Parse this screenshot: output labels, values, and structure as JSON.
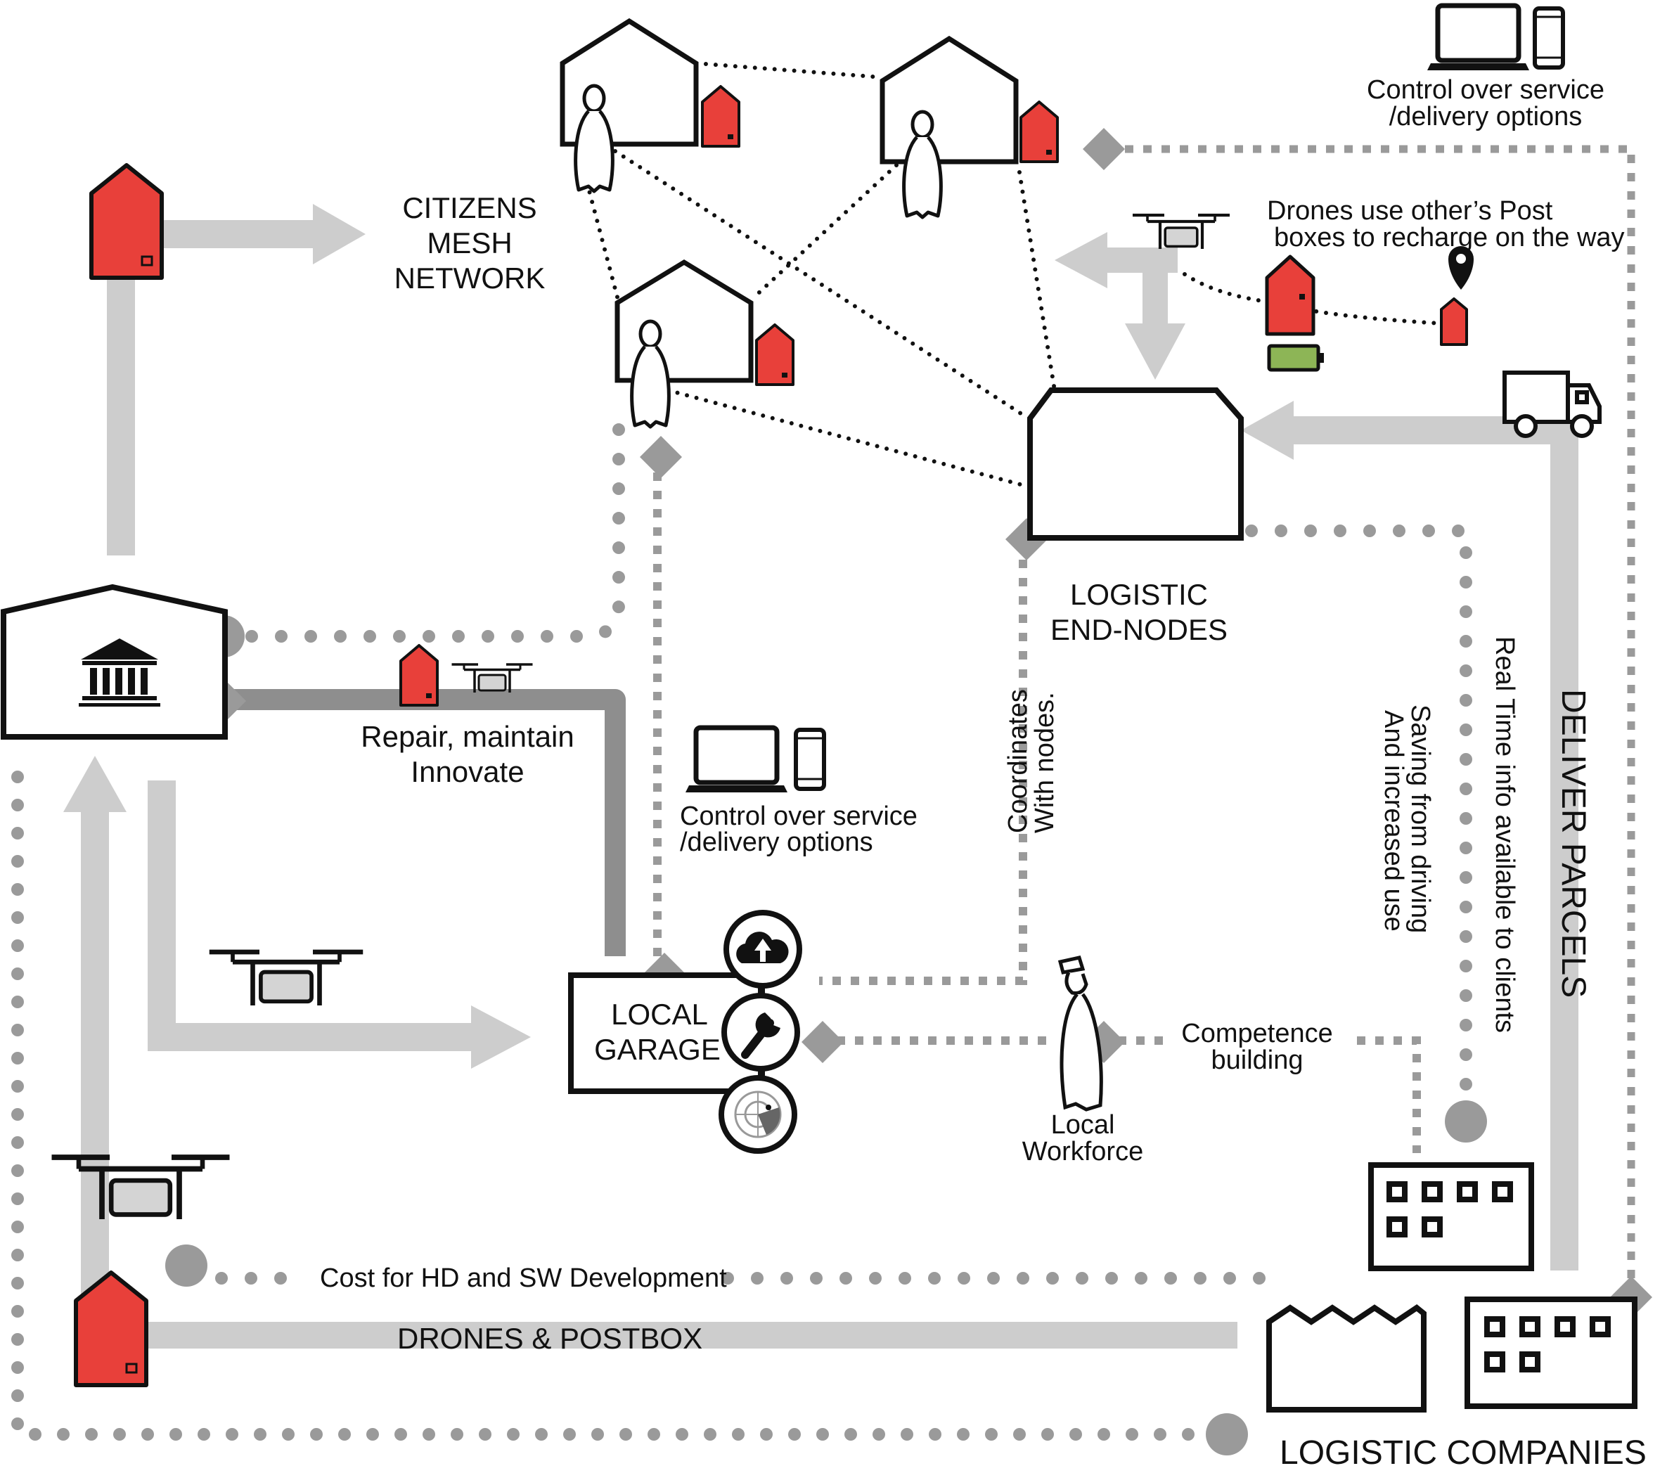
{
  "labels": {
    "citizens_mesh": [
      "CITIZENS",
      "MESH",
      "NETWORK"
    ],
    "logistic_end_nodes": [
      "LOGISTIC",
      "END-NODES"
    ],
    "local_garage": [
      "LOCAL",
      "GARAGE"
    ],
    "repair": [
      "Repair, maintain",
      "Innovate"
    ],
    "control_top": [
      "Control over service",
      "/delivery options"
    ],
    "control_mid": [
      "Control over service",
      "/delivery options"
    ],
    "drones_recharge": [
      "Drones use other’s Post",
      "boxes to recharge on the way"
    ],
    "coordinates": [
      "Coordinates",
      "With nodes."
    ],
    "saving": [
      "Saving from driving",
      "And increased use"
    ],
    "realtime": "Real Time info available to clients",
    "deliver_parcels": "DELIVER PARCELS",
    "competence": [
      "Competence",
      "building"
    ],
    "local_workforce": [
      "Local",
      "Workforce"
    ],
    "cost": "Cost for HD and SW Development",
    "drones_postbox": "DRONES &  POSTBOX",
    "logistic_companies": "LOGISTIC COMPANIES"
  },
  "icons": {
    "postbox": "postbox-icon",
    "drone": "drone-icon",
    "house": "house-icon",
    "person": "person-icon",
    "laptop": "laptop-icon",
    "phone": "phone-icon",
    "truck": "truck-icon",
    "battery": "battery-icon",
    "location_pin": "location-pin-icon",
    "government": "government-building-icon",
    "cloud_upload": "cloud-upload-icon",
    "wrench": "wrench-icon",
    "radar": "radar-icon",
    "worker": "worker-icon",
    "factory": "factory-icon",
    "office_building": "office-building-icon"
  },
  "colors": {
    "postbox_red": "#E8403A",
    "arrow_gray": "#CDCDCD",
    "line_dark_gray": "#8E8E8E",
    "dot_gray": "#9A9A9A",
    "battery_green": "#8DB556"
  }
}
